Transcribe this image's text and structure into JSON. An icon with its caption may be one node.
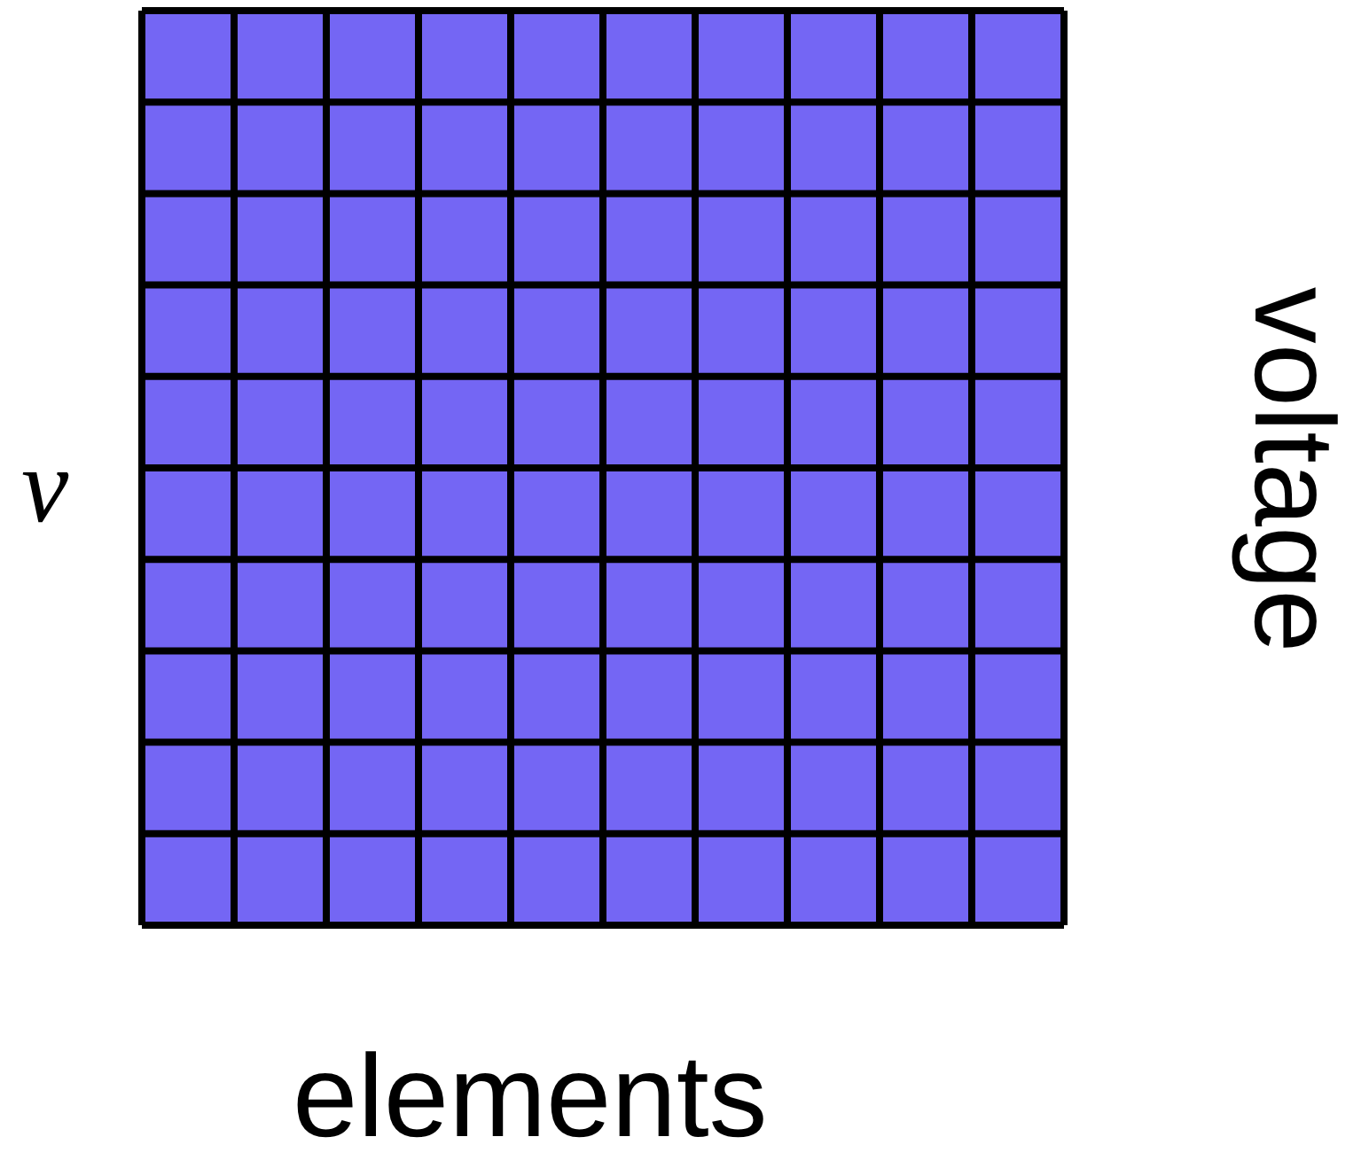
{
  "diagram": {
    "labels": [
      "ν",
      "voltage",
      "elements"
    ]
  }
}
